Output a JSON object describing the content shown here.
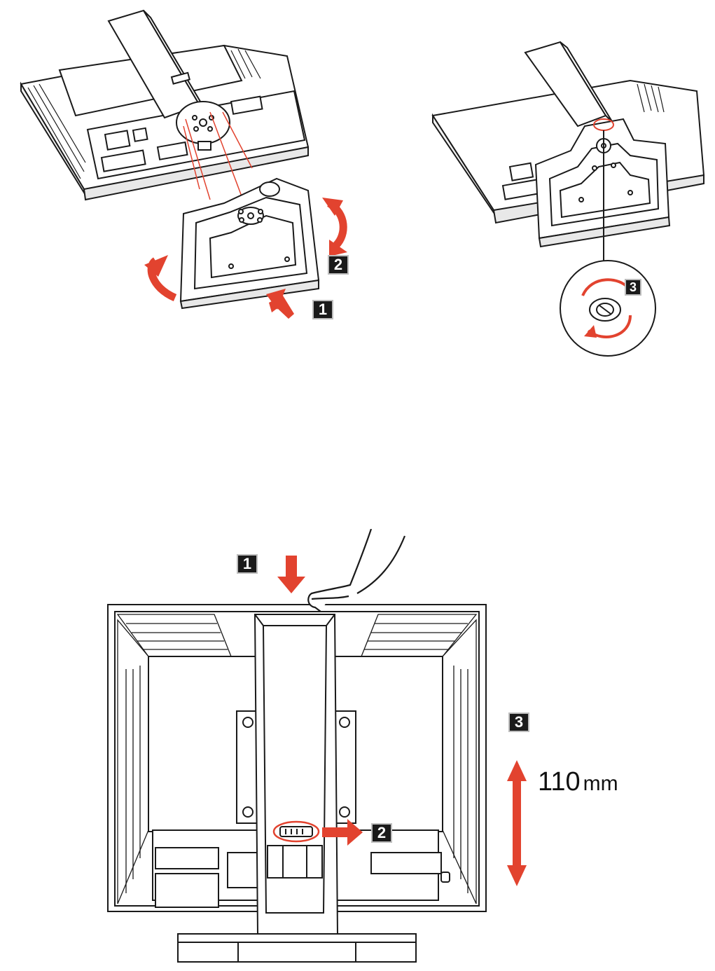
{
  "steps": {
    "attach_push": "1",
    "attach_rotate": "2",
    "attach_screw": "3",
    "adjust_press": "1",
    "adjust_slide": "2",
    "adjust_height": "3"
  },
  "height_range": {
    "value": "110",
    "unit": "mm"
  },
  "colors": {
    "arrow_red": "#e2432f",
    "line": "#1a1a1a",
    "badge": "#1a1a1a"
  },
  "icons": [
    "monitor-illustration",
    "stand-base-illustration",
    "rotate-arrow-icon",
    "push-arrow-icon",
    "screw-rotate-icon",
    "hand-icon",
    "lock-release-button-icon",
    "height-arrow-icon"
  ]
}
